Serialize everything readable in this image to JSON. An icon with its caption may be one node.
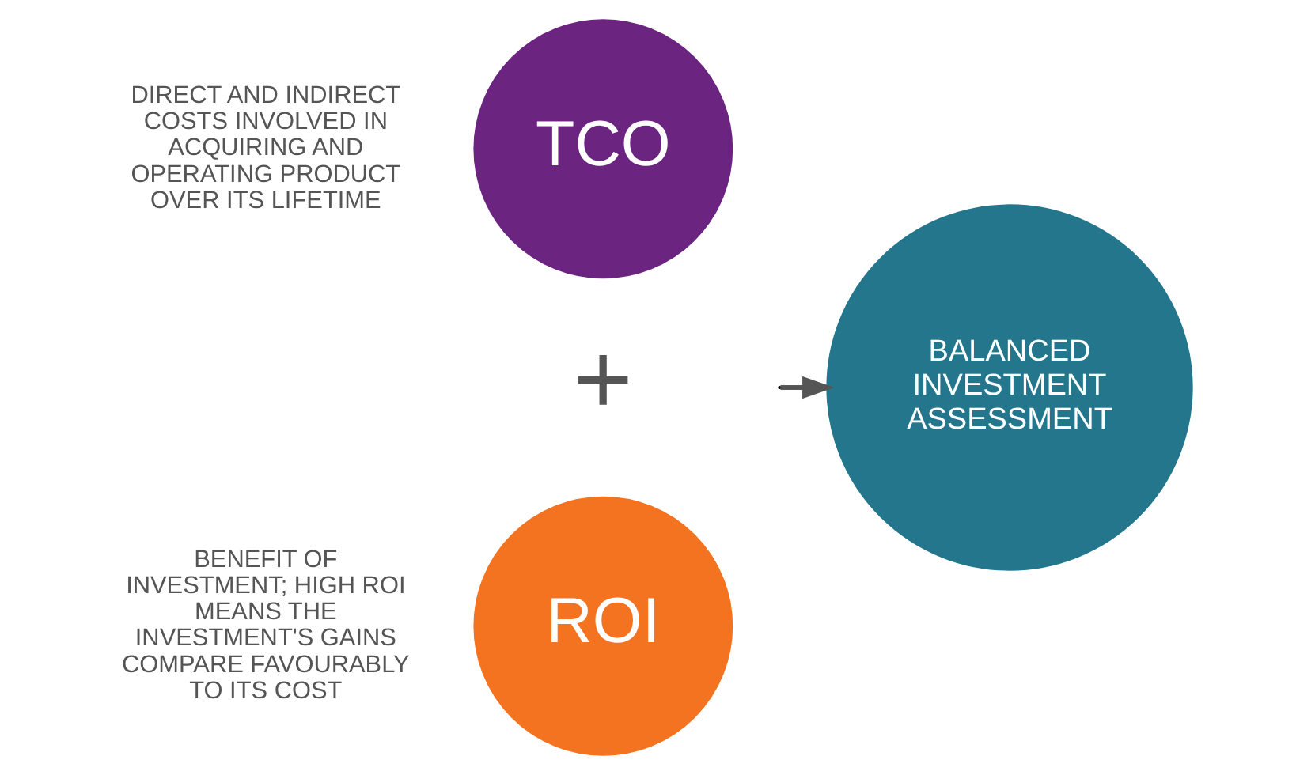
{
  "diagram": {
    "nodes": [
      {
        "text": [
          "TCO"
        ],
        "beside": [
          "DIRECT AND INDIRECT COSTS INVOLVED IN ACQUIRING AND OPERATING PRODUCT OVER ITS LIFETIME"
        ]
      },
      {
        "text": [
          "ROI"
        ],
        "beside": [
          "BENEFIT OF INVESTMENT; HIGH ROI MEANS THE INVESTMENT'S GAINS COMPARE FAVOURABLY TO ITS COST"
        ]
      },
      {
        "text": [
          "BALANCED INVESTMENT ASSESSMENT"
        ]
      }
    ],
    "edges": [
      {
        "from": null,
        "to": 2,
        "arrow": "to"
      }
    ],
    "labels": [
      "+"
    ]
  }
}
